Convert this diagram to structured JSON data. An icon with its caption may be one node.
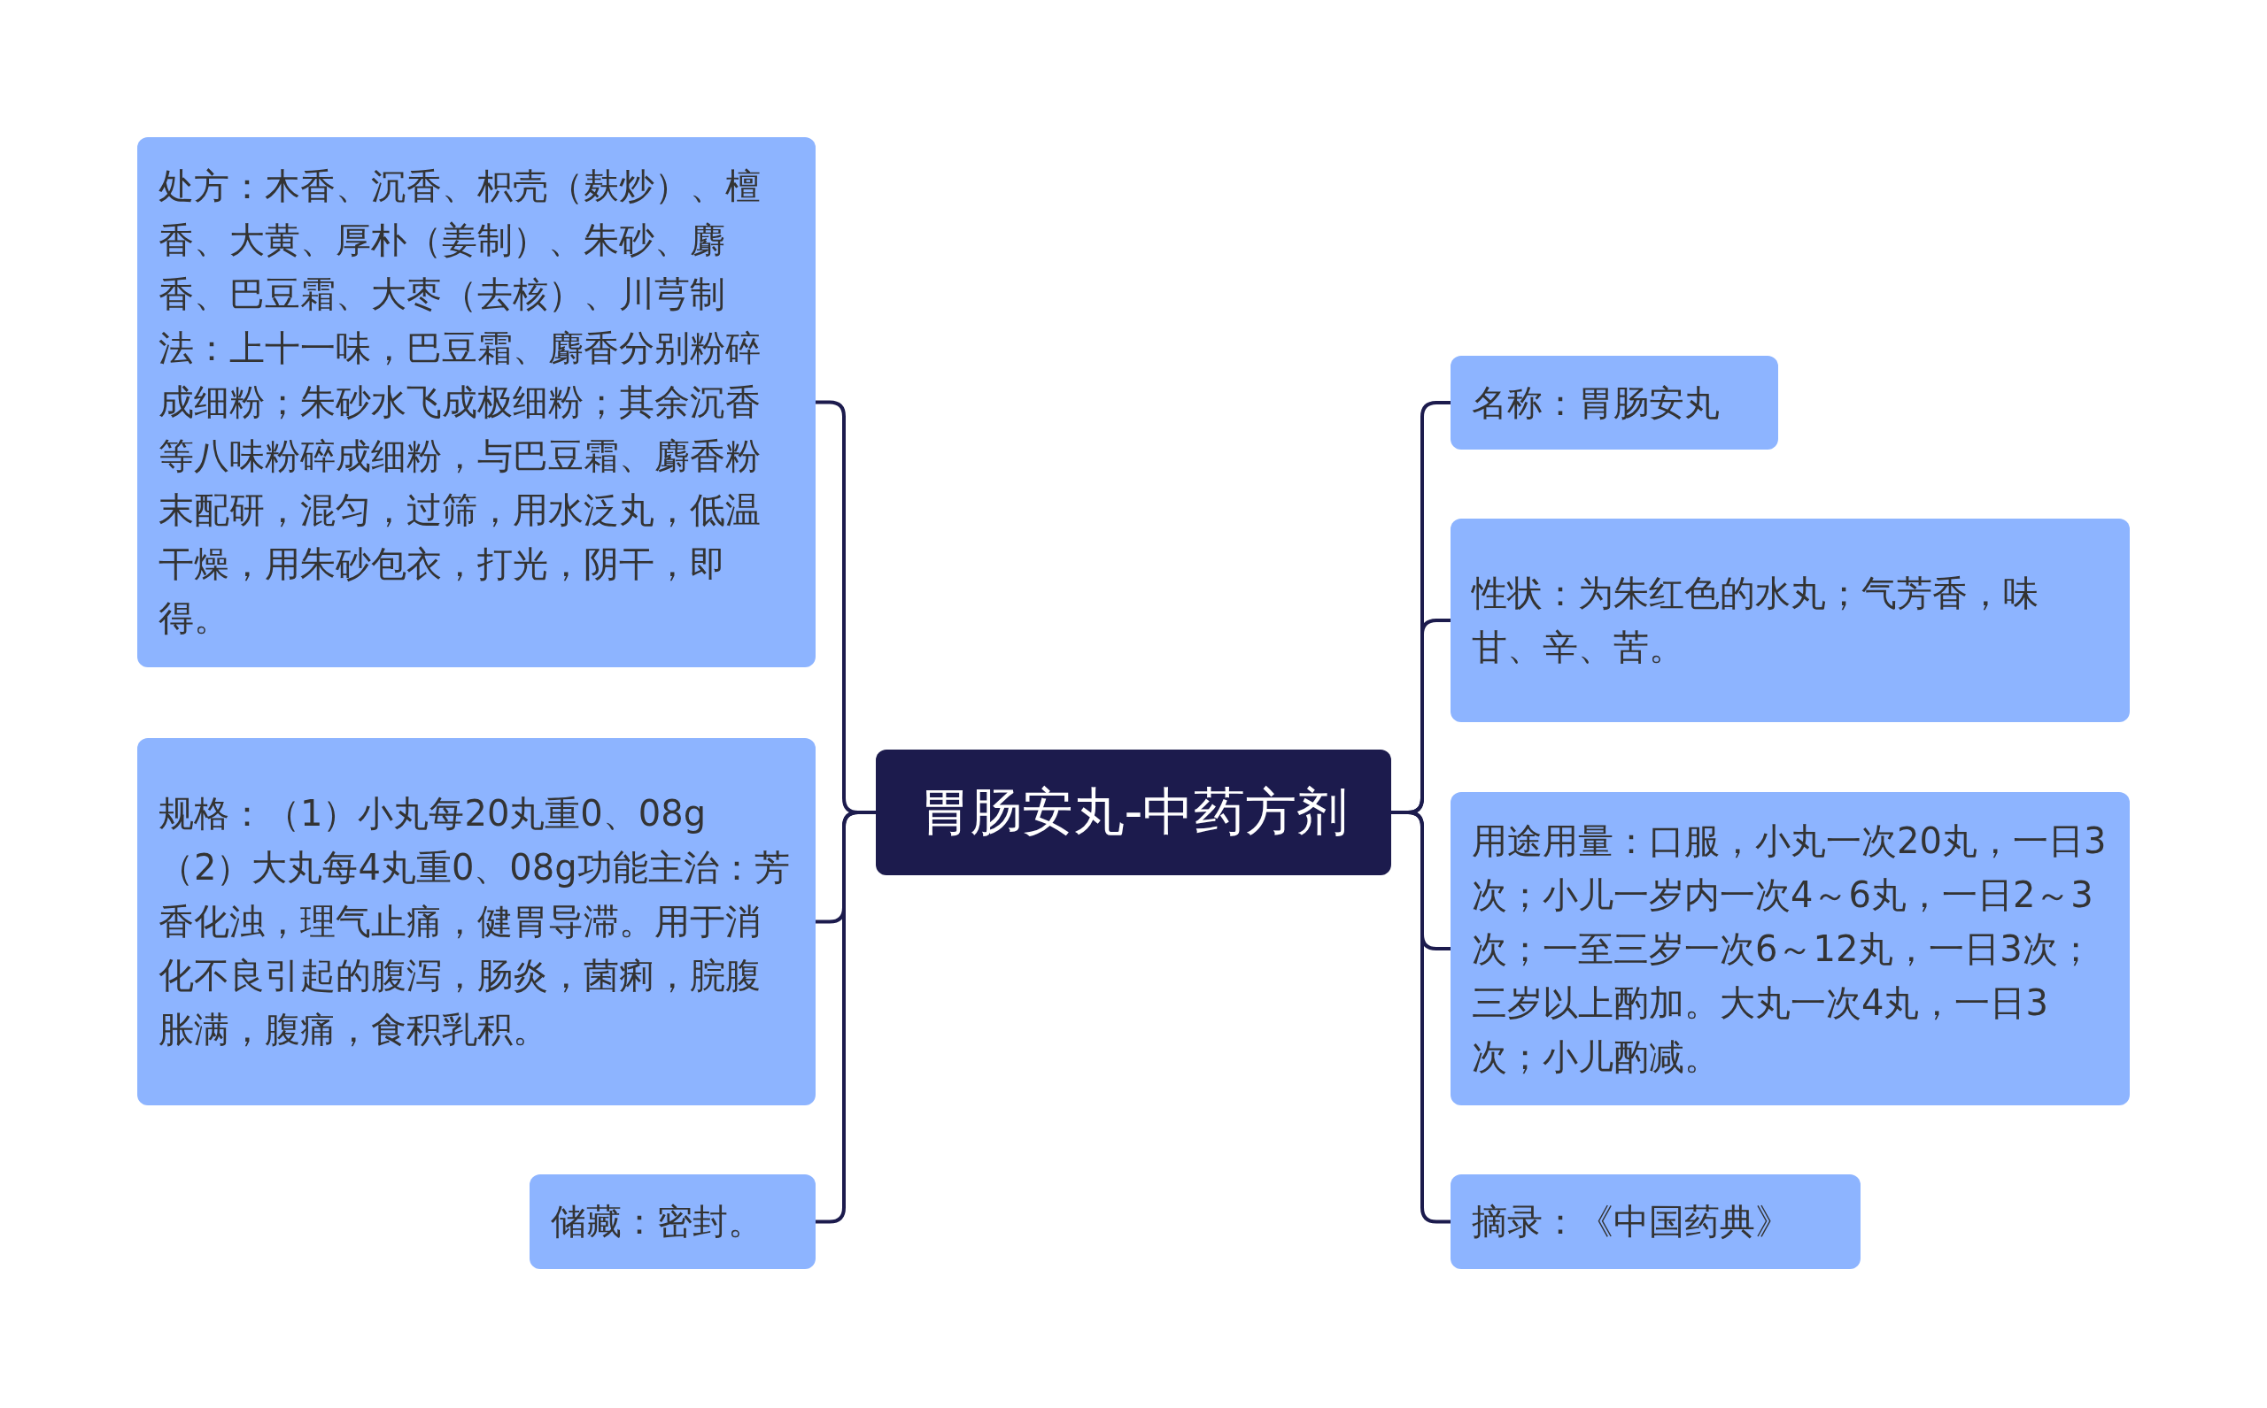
{
  "diagram": {
    "nodes": [
      {
        "text": [
          "胃肠安丸-中药方剂"
        ]
      },
      {
        "text": [
          "处方：木香、沉香、枳壳（麸炒）、檀香、大黄、厚朴（姜制）、朱砂、麝香、巴豆霜、大枣（去核）、川芎制法：上十一味，巴豆霜、麝香分别粉碎成细粉；朱砂水飞成极细粉；其余沉香等八味粉碎成细粉，与巴豆霜、麝香粉末配研，混匀，过筛，用水泛丸，低温干燥，用朱砂包衣，打光，阴干，即得。"
        ]
      },
      {
        "text": [
          "规格：（1）小丸每20丸重0、08g（2）大丸每4丸重0、08g功能主治：芳香化浊，理气止痛，健胃导滞。用于消化不良引起的腹泻，肠炎，菌痢，脘腹胀满，腹痛，食积乳积。"
        ]
      },
      {
        "text": [
          "储藏：密封。"
        ]
      },
      {
        "text": [
          "名称：胃肠安丸"
        ]
      },
      {
        "text": [
          "性状：为朱红色的水丸；气芳香，味甘、辛、苦。"
        ]
      },
      {
        "text": [
          "用途用量：口服，小丸一次20丸，一日3次；小儿一岁内一次4～6丸，一日2～3次；一至三岁一次6～12丸，一日3次；三岁以上酌加。大丸一次4丸，一日3次；小儿酌减。"
        ]
      },
      {
        "text": [
          "摘录：《中国药典》"
        ]
      }
    ],
    "edges": [
      {
        "from": 0,
        "to": 1,
        "arrow": "none"
      },
      {
        "from": 0,
        "to": 2,
        "arrow": "none"
      },
      {
        "from": 0,
        "to": 3,
        "arrow": "none"
      },
      {
        "from": 0,
        "to": 4,
        "arrow": "none"
      },
      {
        "from": 0,
        "to": 5,
        "arrow": "none"
      },
      {
        "from": 0,
        "to": 6,
        "arrow": "none"
      },
      {
        "from": 0,
        "to": 7,
        "arrow": "none"
      }
    ]
  }
}
